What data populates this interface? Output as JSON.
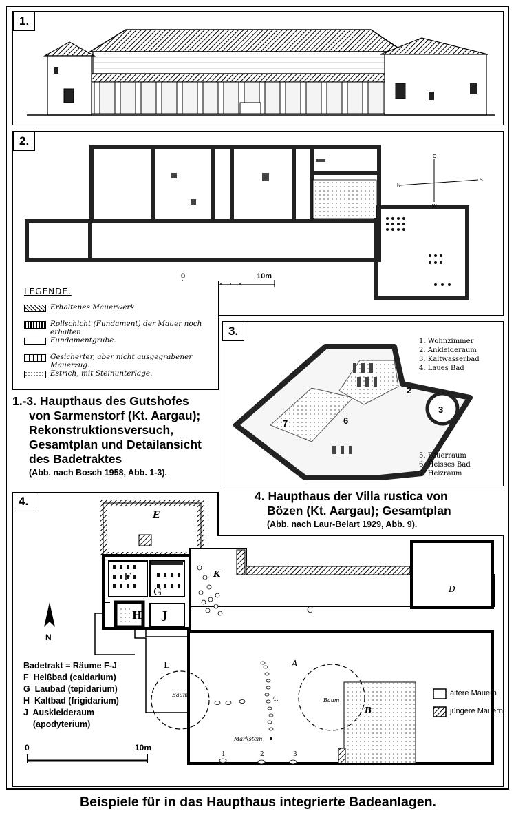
{
  "panels": {
    "p1": {
      "tag": "1."
    },
    "p2": {
      "tag": "2."
    },
    "p3": {
      "tag": "3."
    },
    "p4": {
      "tag": "4."
    }
  },
  "scale2": {
    "start": "0",
    "end": "10m"
  },
  "compass2": {
    "n": "N",
    "s": "S",
    "o": "O",
    "w": "W"
  },
  "legend": {
    "title": "LEGENDE.",
    "items": [
      "Erhaltenes Mauerwerk",
      "Rollschicht (Fundament) der Mauer noch erhalten",
      "Fundamentgrube.",
      "Gesicherter, aber nicht ausgegrabener Mauerzug.",
      "Estrich, mit Steinunterlage."
    ]
  },
  "caption1": {
    "lines": [
      "1.-3. Haupthaus des Gutshofes",
      "von Sarmenstorf (Kt. Aargau);",
      "Rekonstruktionsversuch,",
      "Gesamtplan und Detailansicht",
      "des Badetraktes"
    ],
    "source": "(Abb. nach Bosch 1958, Abb. 1-3)."
  },
  "key3": {
    "top": [
      "1. Wohnzimmer",
      "2. Ankleideraum",
      "3. Kaltwasserbad",
      "4. Laues Bad"
    ],
    "bottom": [
      "5. Feuerraum",
      "6. Heisses Bad",
      "7. Heizraum"
    ],
    "numbers": [
      "2",
      "3",
      "7",
      "6"
    ]
  },
  "caption4": {
    "lines": [
      "4. Haupthaus der Villa rustica von",
      "Bözen (Kt. Aargau); Gesamtplan"
    ],
    "source": "(Abb. nach Laur-Belart 1929, Abb. 9)."
  },
  "plan4": {
    "rooms": {
      "E": "E",
      "F": "F",
      "G": "G",
      "H": "H",
      "J": "J",
      "K": "K",
      "C": "C",
      "D": "D",
      "A": "A",
      "B": "B",
      "L": "L"
    },
    "baum": "Baum",
    "markstein": "Markstein",
    "stones": [
      "1",
      "2",
      "3",
      "4."
    ],
    "north": "N",
    "bath_list": [
      "Badetrakt = Räume F-J",
      "F  Heißbad (caldarium)",
      "G  Laubad (tepidarium)",
      "H  Kaltbad (frigidarium)",
      "J  Auskleideraum",
      "    (apodyterium)"
    ],
    "legend_old": "ältere Mauern",
    "legend_new": "jüngere Mauern",
    "scale": {
      "start": "0",
      "end": "10m"
    }
  },
  "bottom_title": "Beispiele für in das Haupthaus integrierte Badeanlagen."
}
